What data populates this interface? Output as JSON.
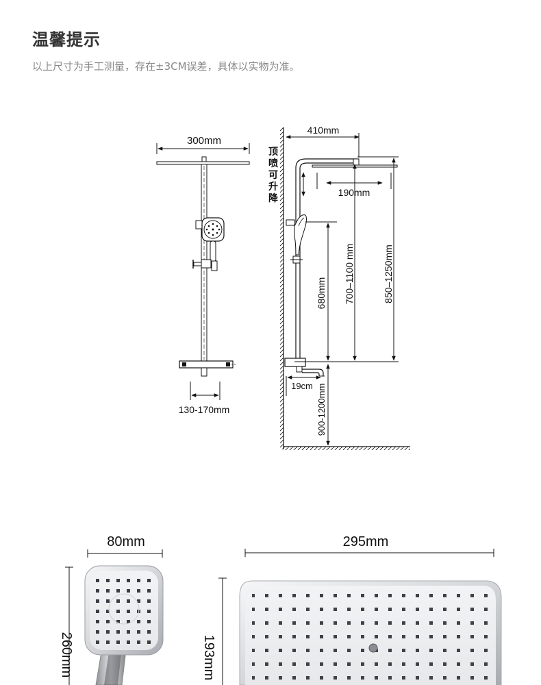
{
  "header": {
    "title": "温馨提示",
    "note": "以上尺寸为手工测量，存在±3CM误差，具体以实物为准。"
  },
  "front_view": {
    "width_label": "300mm",
    "bottom_label": "130-170mm"
  },
  "side_view": {
    "vertical_text": [
      "顶",
      "喷",
      "可",
      "升",
      "降"
    ],
    "top_arm_label": "410mm",
    "head_label": "190mm",
    "h1_label": "680mm",
    "h2_label": "700–1100 mm",
    "h3_label": "850–1250mm",
    "spout_label": "19cm",
    "floor_label": "900-1200mm"
  },
  "hand_shower": {
    "width_label": "80mm",
    "height_label": "260mm"
  },
  "top_shower": {
    "width_label": "295mm",
    "height_label": "193mm"
  },
  "colors": {
    "line": "#111111",
    "chrome": "#c9cbce",
    "nozzle": "#4a4d52"
  }
}
